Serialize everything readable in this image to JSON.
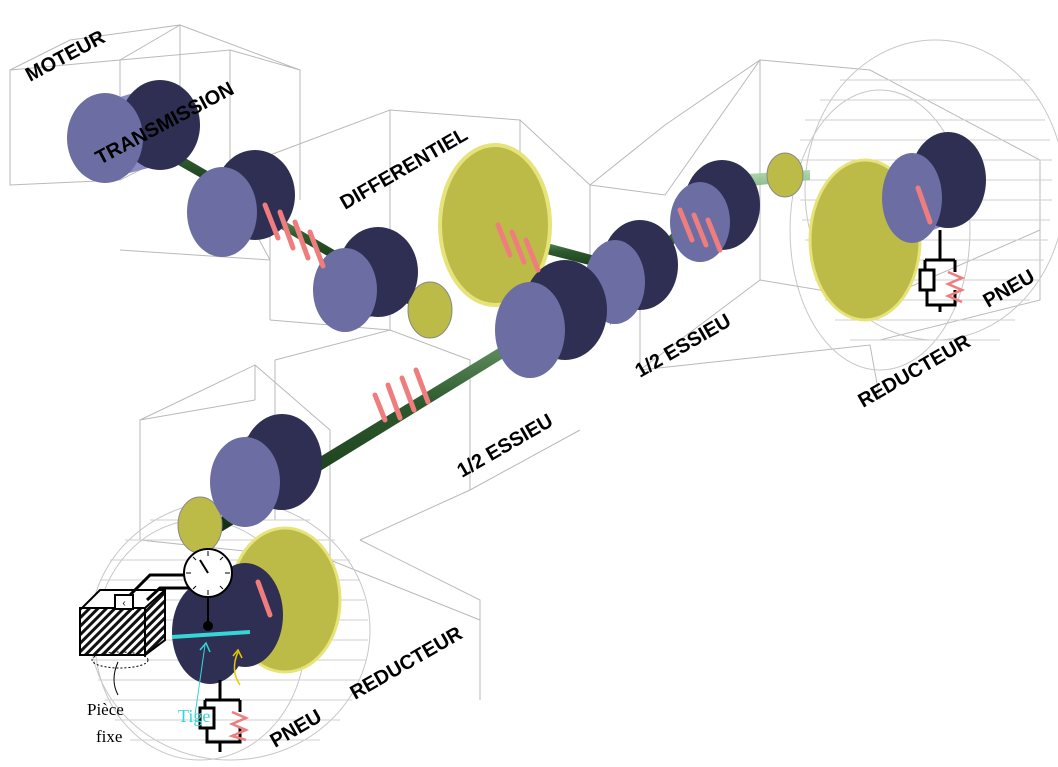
{
  "labels": {
    "moteur": "MOTEUR",
    "transmission": "TRANSMISSION",
    "differentiel": "DIFFERENTIEL",
    "essieu_top": "1/2 ESSIEU",
    "essieu_bottom": "1/2 ESSIEU",
    "reducteur_right": "REDUCTEUR",
    "pneu_right": "PNEU",
    "reducteur_left": "REDUCTEUR",
    "pneu_left": "PNEU",
    "piece_fixe_line1": "Pièce",
    "piece_fixe_line2": "fixe",
    "tige": "Tige"
  },
  "colors": {
    "disc_face": "#2e2f52",
    "disc_side": "#8a8cc0",
    "gear": "#bdbb47",
    "gear_edge": "#e6e37a",
    "shaft": "#3b6b3b",
    "spring": "#f07d7d",
    "box_edge": "#b9b9b9",
    "rod": "#35d6d6",
    "arrow": "#e8c800"
  }
}
